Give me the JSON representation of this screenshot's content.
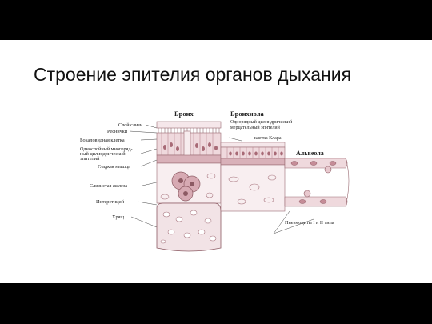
{
  "slide": {
    "title": "Строение эпителия органов дыхания"
  },
  "figure": {
    "header_bronchus": "Бронх",
    "header_bronchiole": "Бронхиола",
    "header_alveolus": "Альвеола",
    "left_labels": [
      "Слой слизи",
      "Реснички",
      "Бокаловидная клетка",
      "Однослойный многоряд-",
      "ный цилиндрический",
      "эпителий",
      "Гладкая мышца",
      "Слизистая железа",
      "Интерстиций",
      "Хрящ"
    ],
    "right_labels": [
      "Однорядный цилиндрический",
      "мерцательный эпителий",
      "клетка Клара",
      "Пневмоциты I и II типа"
    ]
  },
  "colors": {
    "background": "#000000",
    "slide": "#ffffff",
    "tissue": "#efd9dd",
    "tissue_stroke": "#b57f88",
    "dark_tissue": "#caa0a8"
  }
}
